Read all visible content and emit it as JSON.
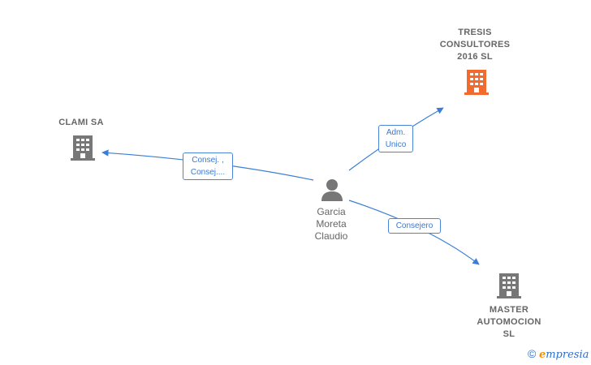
{
  "diagram": {
    "nodes": {
      "center": {
        "lines": [
          "Garcia",
          "Moreta",
          "Claudio"
        ],
        "icon": "person-icon",
        "color": "#777777"
      },
      "clami": {
        "lines": [
          "CLAMI SA"
        ],
        "icon": "building-icon",
        "color": "#777777"
      },
      "tresis": {
        "lines": [
          "TRESIS",
          "CONSULTORES",
          "2016  SL"
        ],
        "icon": "building-icon",
        "color": "#f26a2e"
      },
      "master": {
        "lines": [
          "MASTER",
          "AUTOMOCION",
          "SL"
        ],
        "icon": "building-icon",
        "color": "#777777"
      }
    },
    "edges": {
      "to_clami": {
        "lines": [
          "Consej. ,",
          "Consej...."
        ]
      },
      "to_tresis": {
        "lines": [
          "Adm.",
          "Unico"
        ]
      },
      "to_master": {
        "lines": [
          "Consejero"
        ]
      }
    },
    "edge_color": "#3a7fd5"
  },
  "watermark": {
    "copyright": "©",
    "brand_initial": "e",
    "brand_rest": "mpresia"
  }
}
